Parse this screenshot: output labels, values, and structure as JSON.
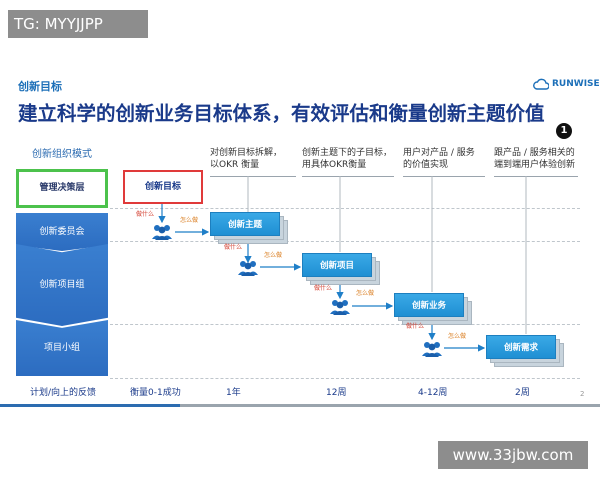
{
  "watermark_top": "TG: MYYJJPP",
  "watermark_bottom": "www.33jbw.com",
  "section_label": "创新目标",
  "brand": "RUNWISE",
  "title": "建立科学的创新业务目标体系，有效评估和衡量创新主题价值",
  "step_number": "1",
  "org_model_label": "创新组织模式",
  "org_levels": [
    "管理决策层",
    "创新委员会",
    "创新项目组",
    "项目小组"
  ],
  "goal_box": "创新目标",
  "column_notes": [
    [
      "对创新目标拆解，",
      "以OKR 衡量"
    ],
    [
      "创新主题下的子目标，",
      "用具体OKR衡量"
    ],
    [
      "用户对产品 / 服务",
      "的价值实现"
    ],
    [
      "跟产品 / 服务相关的",
      "端到端用户体验创新"
    ]
  ],
  "stages": [
    "创新主题",
    "创新项目",
    "创新业务",
    "创新需求"
  ],
  "tag_what": "做什么",
  "tag_how": "怎么做",
  "footer": [
    "计划/向上的反馈",
    "衡量0-1成功",
    "1年",
    "12周",
    "4-12周",
    "2周"
  ],
  "page_number": "2",
  "colors": {
    "title_blue": "#1a3a8a",
    "accent_blue": "#2c6cc0",
    "stage_blue": "#1f8fd3",
    "green_border": "#4cc24c",
    "red_border": "#e03a3a"
  }
}
